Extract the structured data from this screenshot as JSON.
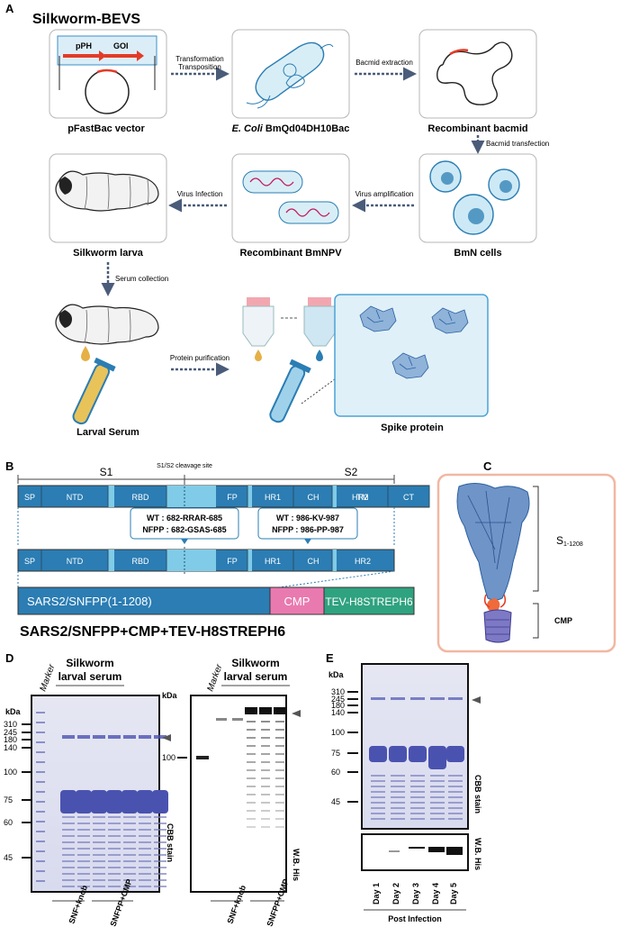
{
  "panelA": {
    "letter": "A",
    "title": "Silkworm-BEVS",
    "vector": {
      "pph": "pPH",
      "goi": "GOI",
      "label": "pFastBac vector"
    },
    "ecoli": {
      "italic": "E. Coli",
      "rest": " BmQd04DH10Bac"
    },
    "bacmid": "Recombinant bacmid",
    "bmn": "BmN cells",
    "bmnpv": "Recombinant BmNPV",
    "larva": "Silkworm larva",
    "serum": "Larval Serum",
    "spike": "Spike protein",
    "arrows": {
      "transformation": "Transformation",
      "transposition": "Transposition",
      "extraction": "Bacmid extraction",
      "transfection": "Bacmid transfection",
      "amplification": "Virus amplification",
      "infection": "Virus Infection",
      "serum_collection": "Serum collection",
      "purification": "Protein purification"
    }
  },
  "panelB": {
    "letter": "B",
    "s1": "S1",
    "s2": "S2",
    "cleavage": "S1/S2 cleavage site",
    "domains": [
      "SP",
      "NTD",
      "RBD",
      "FP",
      "HR1",
      "CH",
      "HR2",
      "TM",
      "CT"
    ],
    "domains2": [
      "SP",
      "NTD",
      "RBD",
      "FP",
      "HR1",
      "CH",
      "HR2"
    ],
    "mut1": {
      "wt": "WT : 682-RRAR-685",
      "nfpp": "NFPP : 682-GSAS-685"
    },
    "mut2": {
      "wt": "WT : 986-KV-987",
      "nfpp": "NFPP : 986-PP-987"
    },
    "construct": {
      "a": "SARS2/SNFPP(1-1208)",
      "b": "CMP",
      "c": "TEV-H8STREPH6"
    },
    "construct_title": "SARS2/SNFPP+CMP+TEV-H8STREPH6"
  },
  "panelC": {
    "letter": "C",
    "s_label": "S",
    "s_sub": "1-1208",
    "cmp": "CMP"
  },
  "panelD": {
    "letter": "D",
    "marker": "Marker",
    "serum_l1": "Silkworm",
    "serum_l2": "larval serum",
    "kda": "kDa",
    "left_ladder": [
      "310",
      "245",
      "180",
      "140",
      "100",
      "75",
      "60",
      "45"
    ],
    "right_ladder": [
      "100"
    ],
    "cbb": "CBB stain",
    "wb": "W.B. His",
    "groups": [
      "SNF+knob",
      "SNFPP+CMP"
    ]
  },
  "panelE": {
    "letter": "E",
    "kda": "kDa",
    "ladder": [
      "310",
      "245",
      "180",
      "140",
      "100",
      "75",
      "60",
      "45"
    ],
    "cbb": "CBB stain",
    "wb": "W.B. His",
    "days": [
      "Day 1",
      "Day 2",
      "Day 3",
      "Day 4",
      "Day 5"
    ],
    "post": "Post Infection"
  },
  "colors": {
    "domain": "#2b7db3",
    "domain_light": "#7fcbe8",
    "cmp": "#e97ab0",
    "tev": "#2fa27f",
    "arrow": "#4a5c7a",
    "coomassie": "#4a52b0"
  }
}
